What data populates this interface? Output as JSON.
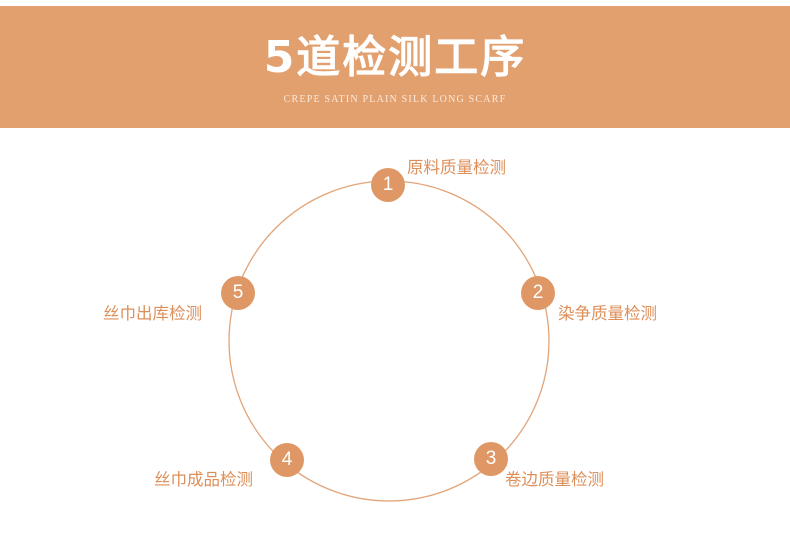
{
  "header": {
    "title": "5道检测工序",
    "subtitle": "CREPE SATIN PLAIN SILK LONG SCARF"
  },
  "colors": {
    "banner": "#e3a06f",
    "accent": "#df9865",
    "label": "#dd8f5a",
    "circle_stroke": "#e2a478"
  },
  "steps": [
    {
      "number": "1",
      "label": "原料质量检测"
    },
    {
      "number": "2",
      "label": "染争质量检测"
    },
    {
      "number": "3",
      "label": "卷边质量检测"
    },
    {
      "number": "4",
      "label": "丝巾成品检测"
    },
    {
      "number": "5",
      "label": "丝巾出库检测"
    }
  ]
}
